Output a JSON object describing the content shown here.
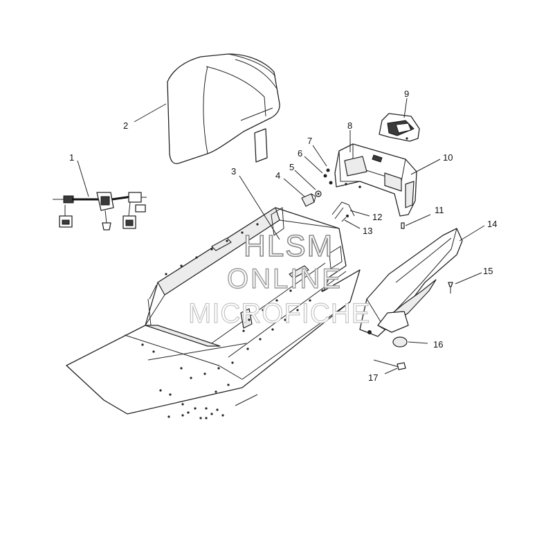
{
  "diagram": {
    "callouts": [
      {
        "id": "c1",
        "label": "1"
      },
      {
        "id": "c2",
        "label": "2"
      },
      {
        "id": "c3",
        "label": "3"
      },
      {
        "id": "c4",
        "label": "4"
      },
      {
        "id": "c5",
        "label": "5"
      },
      {
        "id": "c6",
        "label": "6"
      },
      {
        "id": "c7",
        "label": "7"
      },
      {
        "id": "c8",
        "label": "8"
      },
      {
        "id": "c9",
        "label": "9"
      },
      {
        "id": "c10",
        "label": "10"
      },
      {
        "id": "c11",
        "label": "11"
      },
      {
        "id": "c12",
        "label": "12"
      },
      {
        "id": "c13",
        "label": "13"
      },
      {
        "id": "c14",
        "label": "14"
      },
      {
        "id": "c15",
        "label": "15"
      },
      {
        "id": "c16",
        "label": "16"
      },
      {
        "id": "c17",
        "label": "17"
      }
    ]
  },
  "watermark": {
    "line1": "HLSM",
    "line2": "ONLINE",
    "line3": "MICROFICHE"
  }
}
